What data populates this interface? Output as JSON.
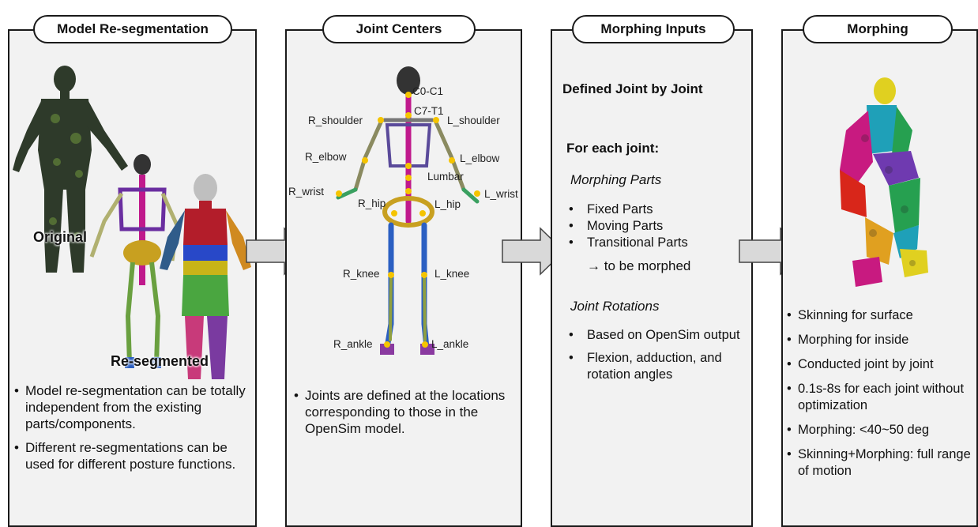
{
  "panels": {
    "p1": {
      "title": "Model Re-segmentation",
      "overlay_original": "Original",
      "overlay_resegmented": "Re-segmented",
      "bullets": [
        "Model re-segmentation can be totally independent from the existing parts/components.",
        "Different re-segmentations can be used for different posture functions."
      ]
    },
    "p2": {
      "title": "Joint Centers",
      "joint_labels": {
        "c0c1": "C0-C1",
        "c7t1": "C7-T1",
        "r_shoulder": "R_shoulder",
        "l_shoulder": "L_shoulder",
        "r_elbow": "R_elbow",
        "l_elbow": "L_elbow",
        "lumbar": "Lumbar",
        "r_wrist": "R_wrist",
        "l_wrist": "L_wrist",
        "r_hip": "R_hip",
        "l_hip": "L_hip",
        "r_knee": "R_knee",
        "l_knee": "L_knee",
        "r_ankle": "R_ankle",
        "l_ankle": "L_ankle"
      },
      "bullets": [
        "Joints are defined at the locations corresponding to those in the OpenSim model."
      ]
    },
    "p3": {
      "title": "Morphing Inputs",
      "heading": "Defined Joint by Joint",
      "subheading": "For each joint:",
      "morphing_parts_label": "Morphing Parts",
      "morphing_parts": [
        "Fixed Parts",
        "Moving Parts",
        "Transitional Parts"
      ],
      "morphing_note": "→ to be morphed",
      "joint_rotations_label": "Joint Rotations",
      "joint_rotations": [
        "Based on OpenSim output",
        "Flexion, adduction, and rotation angles"
      ]
    },
    "p4": {
      "title": "Morphing",
      "bullets": [
        "Skinning for surface",
        "Morphing for inside",
        "Conducted joint by joint",
        "0.1s-8s for each joint without optimization",
        "Morphing: <40~50 deg",
        "Skinning+Morphing: full range of motion"
      ]
    }
  },
  "colors": {
    "panel_bg": "#f2f2f2",
    "arrow_fill": "#d9d9d9",
    "joint_marker": "#f5c400"
  }
}
